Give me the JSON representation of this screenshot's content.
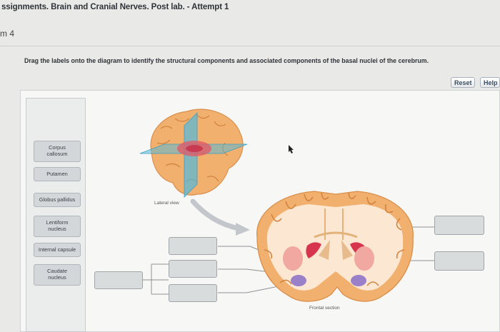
{
  "header": {
    "title": "ssignments. Brain and Cranial Nerves. Post lab. - Attempt 1",
    "part": "m 4"
  },
  "activity": {
    "instruction": "Drag the labels onto the diagram to identify the structural components and associated components of the basal nuclei of the cerebrum.",
    "reset_label": "Reset",
    "help_label": "Help",
    "labels": [
      {
        "text": "Corpus\ncallosum"
      },
      {
        "text": "Putamen"
      },
      {
        "text": "Globus pallidus"
      },
      {
        "text": "Lentiform\nnucleus"
      },
      {
        "text": "Internal capsule"
      },
      {
        "text": "Caudate\nnucleus"
      }
    ],
    "diagram": {
      "lateral_view_label": "Lateral view",
      "frontal_section_label": "Frontal section"
    }
  },
  "colors": {
    "brain_tissue": "#f2b06f",
    "gray_matter": "#e9a3a0",
    "putamen": "#f0a8a0",
    "caudate": "#d7354d",
    "globus_pallidus": "#9a7fc9",
    "plane_blue": "#59b8d6"
  }
}
